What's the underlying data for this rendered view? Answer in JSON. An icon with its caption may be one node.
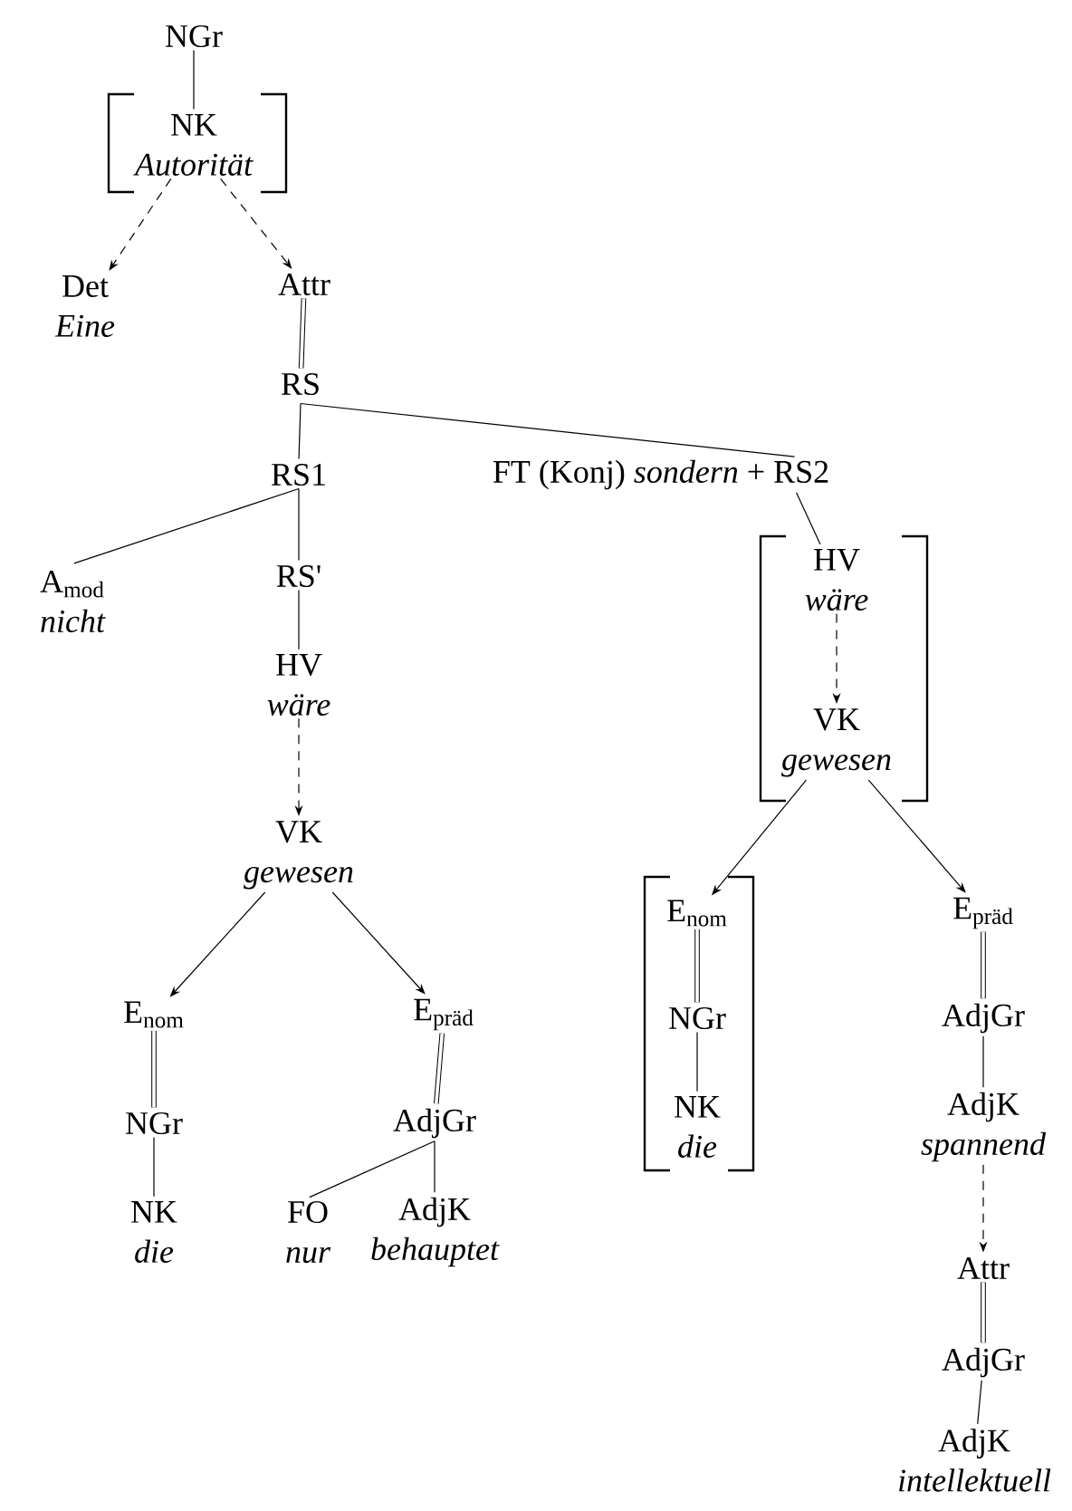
{
  "diagram": {
    "nodes": [
      {
        "text": [
          "NGr"
        ]
      },
      {
        "text": [
          "NK",
          "Autorität"
        ]
      },
      {
        "text": [
          "Det",
          "Eine"
        ]
      },
      {
        "text": [
          "Attr"
        ]
      },
      {
        "text": [
          "RS"
        ]
      },
      {
        "text": [
          "RS1"
        ]
      },
      {
        "text": [
          "FT (Konj) *sondern* + RS2"
        ]
      },
      {
        "text": [
          "A$_{mod}$",
          "nicht"
        ]
      },
      {
        "text": [
          "RS'"
        ]
      },
      {
        "text": [
          "HV",
          "wäre"
        ]
      },
      {
        "text": [
          "VK",
          "gewesen"
        ]
      },
      {
        "text": [
          "E$_{nom}$"
        ]
      },
      {
        "text": [
          "E$_{präd}$"
        ]
      },
      {
        "text": [
          "NGr"
        ]
      },
      {
        "text": [
          "AdjGr"
        ]
      },
      {
        "text": [
          "NK",
          "die"
        ]
      },
      {
        "text": [
          "FO",
          "nur"
        ]
      },
      {
        "text": [
          "AdjK",
          "behauptet"
        ]
      },
      {
        "text": [
          "HV",
          "wäre"
        ]
      },
      {
        "text": [
          "VK",
          "gewesen"
        ]
      },
      {
        "text": [
          "E$_{nom}$"
        ]
      },
      {
        "text": [
          "E$_{präd}$"
        ]
      },
      {
        "text": [
          "NGr"
        ]
      },
      {
        "text": [
          "AdjGr"
        ]
      },
      {
        "text": [
          "NK",
          "die"
        ]
      },
      {
        "text": [
          "AdjK",
          "spannend"
        ]
      },
      {
        "text": [
          "Attr"
        ]
      },
      {
        "text": [
          "AdjGr"
        ]
      },
      {
        "text": [
          "AdjK",
          "intellektuell"
        ]
      }
    ],
    "edges": [
      {
        "from": 0,
        "to": 1,
        "arrow": "none"
      },
      {
        "from": 1,
        "to": 2,
        "arrow": "to",
        "style": "dashed"
      },
      {
        "from": 1,
        "to": 3,
        "arrow": "to",
        "style": "dashed"
      },
      {
        "from": 3,
        "to": 4,
        "arrow": "none",
        "style": "thick"
      },
      {
        "from": 4,
        "to": 5,
        "arrow": "none"
      },
      {
        "from": 4,
        "to": 6,
        "arrow": "none"
      },
      {
        "from": 5,
        "to": 7,
        "arrow": "none"
      },
      {
        "from": 5,
        "to": 8,
        "arrow": "none"
      },
      {
        "from": 8,
        "to": 9,
        "arrow": "none"
      },
      {
        "from": 9,
        "to": 10,
        "arrow": "to",
        "style": "dashed"
      },
      {
        "from": 10,
        "to": 11,
        "arrow": "to"
      },
      {
        "from": 10,
        "to": 12,
        "arrow": "to"
      },
      {
        "from": 11,
        "to": 13,
        "arrow": "none",
        "style": "thick"
      },
      {
        "from": 12,
        "to": 14,
        "arrow": "none",
        "style": "thick"
      },
      {
        "from": 13,
        "to": 15,
        "arrow": "none"
      },
      {
        "from": 14,
        "to": 16,
        "arrow": "none"
      },
      {
        "from": 14,
        "to": 17,
        "arrow": "none"
      },
      {
        "from": 6,
        "to": 18,
        "arrow": "none"
      },
      {
        "from": 18,
        "to": 19,
        "arrow": "to",
        "style": "dashed"
      },
      {
        "from": 19,
        "to": 20,
        "arrow": "to"
      },
      {
        "from": 19,
        "to": 21,
        "arrow": "to"
      },
      {
        "from": 20,
        "to": 22,
        "arrow": "none",
        "style": "thick"
      },
      {
        "from": 21,
        "to": 23,
        "arrow": "none",
        "style": "thick"
      },
      {
        "from": 22,
        "to": 24,
        "arrow": "none"
      },
      {
        "from": 23,
        "to": 25,
        "arrow": "none"
      },
      {
        "from": 25,
        "to": 26,
        "arrow": "to",
        "style": "dashed"
      },
      {
        "from": 26,
        "to": 27,
        "arrow": "none",
        "style": "thick"
      },
      {
        "from": 27,
        "to": 28,
        "arrow": "none"
      }
    ]
  }
}
